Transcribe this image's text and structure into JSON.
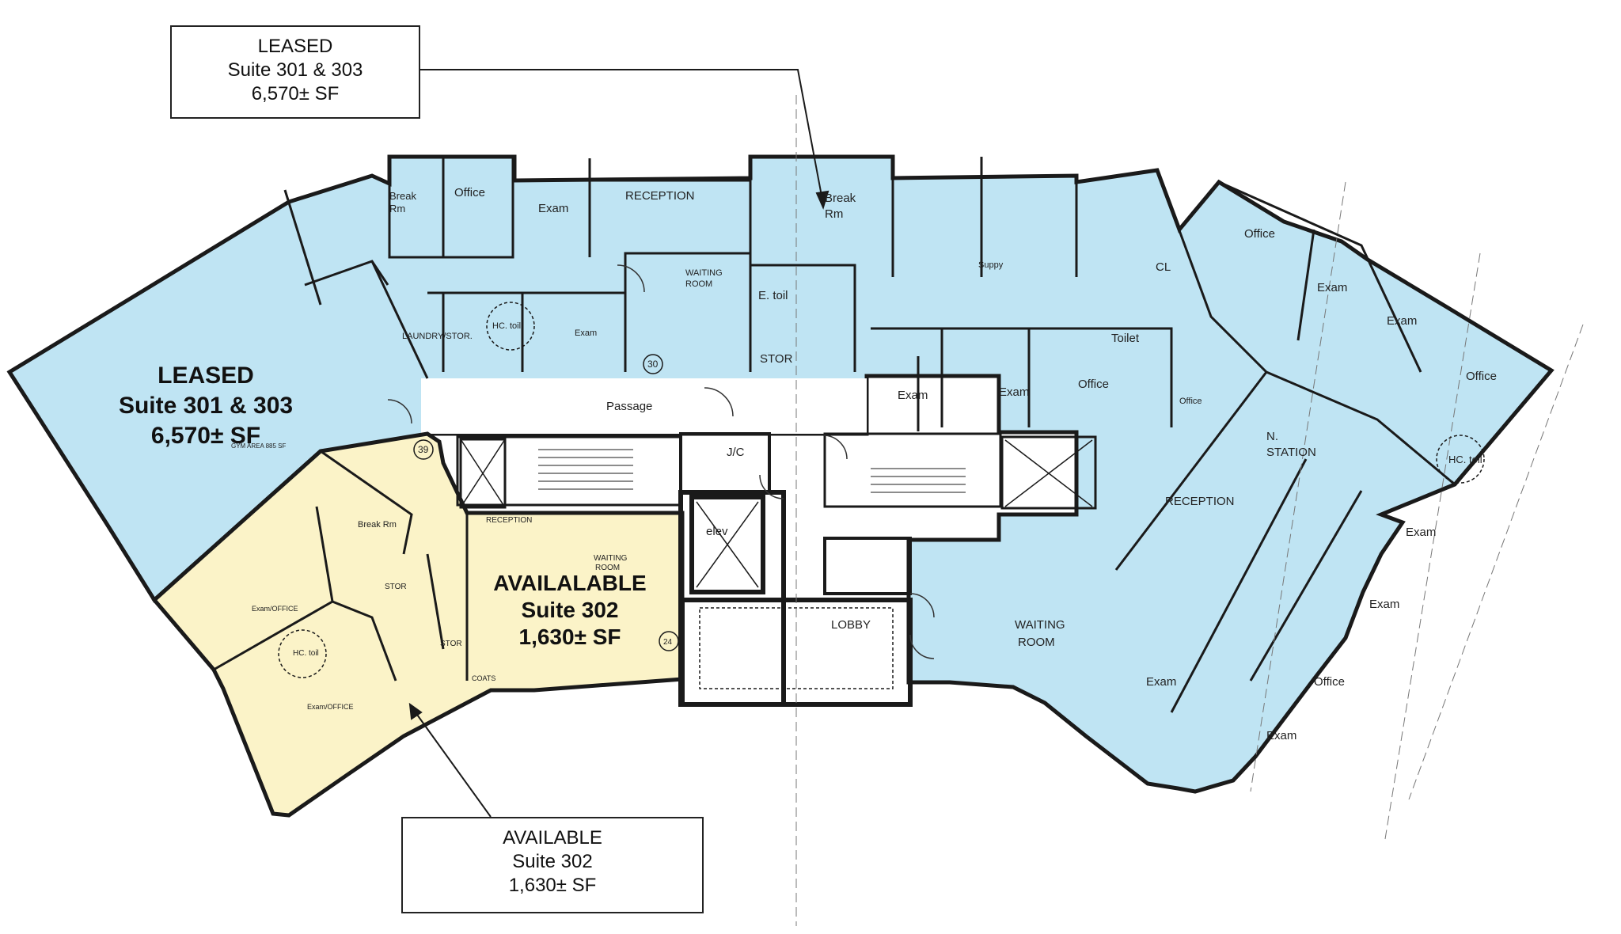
{
  "callouts": {
    "leased": {
      "status": "LEASED",
      "suite": "Suite 301 & 303",
      "area": "6,570± SF"
    },
    "available": {
      "status": "AVAILABLE",
      "suite": "Suite 302",
      "area": "1,630± SF"
    }
  },
  "plan_labels": {
    "leased": {
      "line1": "LEASED",
      "line2": "Suite 301 & 303",
      "line3": "6,570± SF"
    },
    "available": {
      "line1": "AVAILALABLE",
      "line2": "Suite 302",
      "line3": "1,630± SF"
    }
  },
  "rooms": {
    "break_rm_left_1": "Break",
    "break_rm_left_2": "Rm",
    "office_top_left": "Office",
    "exam_top": "Exam",
    "reception_top": "RECEPTION",
    "break_rm_right_1": "Break",
    "break_rm_right_2": "Rm",
    "waiting_room_top_1": "WAITING",
    "waiting_room_top_2": "ROOM",
    "e_toil": "E. toil",
    "stor_top": "STOR",
    "laundry": "LAUNDRY/STOR.",
    "hc_toil_left": "HC. toil",
    "exam_small": "Exam",
    "suppy": "Suppy",
    "cl": "CL",
    "toilet": "Toilet",
    "exam_right_1": "Exam",
    "exam_right_2": "Exam",
    "office_mid": "Office",
    "office_far_right_top": "Office",
    "exam_far_right_1": "Exam",
    "exam_far_right_2": "Exam",
    "office_far_right_2": "Office",
    "hc_toil_right": "HC. toil",
    "n_station_1": "N.",
    "n_station_2": "STATION",
    "reception_right": "RECEPTION",
    "office_diag": "Office",
    "exam_far_right_3": "Exam",
    "exam_far_right_4": "Exam",
    "waiting_room_right_1": "WAITING",
    "waiting_room_right_2": "ROOM",
    "exam_bottom_1": "Exam",
    "office_bottom": "Office",
    "exam_bottom_2": "Exam",
    "passage": "Passage",
    "jc": "J/C",
    "elev": "elev",
    "lobby": "LOBBY",
    "gym_area": "GYM AREA 885 SF",
    "break_rm_302": "Break Rm",
    "reception_302": "RECEPTION",
    "waiting_302_1": "WAITING",
    "waiting_302_2": "ROOM",
    "stor_302_a": "STOR",
    "stor_302_b": "STOR",
    "exam_office_302_a": "Exam/OFFICE",
    "exam_office_302_b": "Exam/OFFICE",
    "hc_toil_302": "HC. toil",
    "coats": "COATS",
    "tag_30": "30",
    "tag_39": "39",
    "tag_24": "24"
  },
  "colors": {
    "leased_fill": "#bfe4f3",
    "available_fill": "#fbf3c8",
    "wall": "#1a1a1a",
    "line": "#444444"
  }
}
